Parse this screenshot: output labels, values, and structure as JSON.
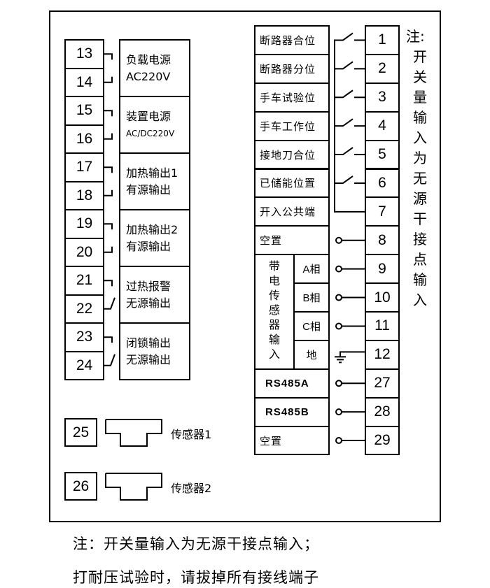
{
  "left_groups": [
    {
      "terminals": [
        "13",
        "14"
      ],
      "line1": "负载电源",
      "line2": "AC220V",
      "type": "power"
    },
    {
      "terminals": [
        "15",
        "16"
      ],
      "line1": "装置电源",
      "line2": "AC/DC220V",
      "type": "power"
    },
    {
      "terminals": [
        "17",
        "18"
      ],
      "line1": "加热输出1",
      "line2": "有源输出",
      "type": "power"
    },
    {
      "terminals": [
        "19",
        "20"
      ],
      "line1": "加热输出2",
      "line2": "有源输出",
      "type": "power"
    },
    {
      "terminals": [
        "21",
        "22"
      ],
      "line1": "过热报警",
      "line2": "无源输出",
      "type": "contact"
    },
    {
      "terminals": [
        "23",
        "24"
      ],
      "line1": "闭锁输出",
      "line2": "无源输出",
      "type": "contact"
    }
  ],
  "right_rows": [
    {
      "label": "断路器合位",
      "terminal": "1",
      "wire": "switch"
    },
    {
      "label": "断路器分位",
      "terminal": "2",
      "wire": "switch"
    },
    {
      "label": "手车试验位",
      "terminal": "3",
      "wire": "switch"
    },
    {
      "label": "手车工作位",
      "terminal": "4",
      "wire": "switch"
    },
    {
      "label": "接地刀合位",
      "terminal": "5",
      "wire": "switch"
    },
    {
      "label": "已储能位置",
      "terminal": "6",
      "wire": "switch"
    },
    {
      "label": "开入公共端",
      "terminal": "7",
      "wire": "common"
    },
    {
      "label": "空置",
      "terminal": "8",
      "wire": "circle"
    },
    {
      "label": "A相",
      "terminal": "9",
      "wire": "circle"
    },
    {
      "label": "B相",
      "terminal": "10",
      "wire": "circle"
    },
    {
      "label": "C相",
      "terminal": "11",
      "wire": "circle"
    },
    {
      "label": "地",
      "terminal": "12",
      "wire": "ground"
    },
    {
      "label": "RS485A",
      "terminal": "27",
      "wire": "circle"
    },
    {
      "label": "RS485B",
      "terminal": "28",
      "wire": "circle"
    },
    {
      "label": "空置",
      "terminal": "29",
      "wire": "circle"
    }
  ],
  "sensor_group_label": [
    "带",
    "电",
    "传",
    "感",
    "器",
    "输",
    "入"
  ],
  "side_note": [
    "注:",
    "开",
    "关",
    "量",
    "输",
    "入",
    "为",
    "无",
    "源",
    "干",
    "接",
    "点",
    "输",
    "入"
  ],
  "sensors": [
    {
      "terminal": "25",
      "label": "传感器1"
    },
    {
      "terminal": "26",
      "label": "传感器2"
    }
  ],
  "footer": {
    "line1": "注：开关量输入为无源干接点输入；",
    "line2": "打耐压试验时，请拔掉所有接线端子"
  }
}
